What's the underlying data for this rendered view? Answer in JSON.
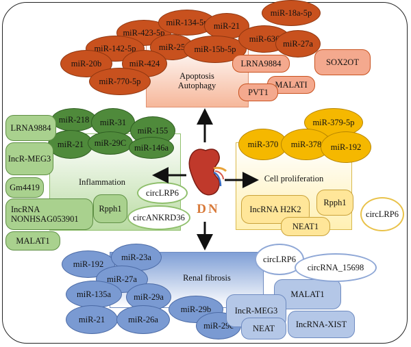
{
  "center": {
    "label": "DN"
  },
  "apoptosis": {
    "title_line1": "Apoptosis",
    "title_line2": "Autophagy",
    "mirnas": [
      "miR-423-5p",
      "miR-134-5p",
      "miR-21",
      "miR-18a-5p",
      "miR-142-5p",
      "miR-25",
      "miR-15b-5p",
      "miR-636",
      "miR-27a",
      "miR-20b",
      "miR-424",
      "miR-770-5p"
    ],
    "lncrnas": [
      "LRNA9884",
      "SOX2OT",
      "MALATI",
      "PVT1"
    ]
  },
  "inflammation": {
    "title": "Inflammation",
    "mirnas": [
      "miR-218",
      "miR-31",
      "miR-155",
      "miR-21",
      "miR-29C",
      "miR-146a"
    ],
    "lncrnas": [
      "LRNA9884",
      "IncR-MEG3",
      "Gm4419",
      "IncRNA",
      "NONHSAG053901",
      "MALAT1",
      "Rpph1"
    ],
    "circrnas": [
      "circLRP6",
      "circANKRD36"
    ]
  },
  "cell_proliferation": {
    "title": "Cell proliferation",
    "mirnas": [
      "miR-379-5p",
      "miR-370",
      "miR-378",
      "miR-192"
    ],
    "lncrnas": [
      "IncRNA H2K2",
      "Rpph1",
      "NEAT1"
    ],
    "circrnas": [
      "circLRP6"
    ]
  },
  "renal_fibrosis": {
    "title": "Renal fibrosis",
    "mirnas": [
      "miR-192",
      "miR-23a",
      "miR-27a",
      "miR-135a",
      "miR-29a",
      "miR-21",
      "miR-26a",
      "miR-29b",
      "miR-29c"
    ],
    "lncrnas": [
      "MALAT1",
      "IncR-MEG3",
      "NEAT",
      "IncRNA-XIST"
    ],
    "circrnas": [
      "circLRP6",
      "circRNA_15698"
    ]
  },
  "colors": {
    "apoptosis_mirna": "#c8511e",
    "apoptosis_box": "#f4a98e",
    "inflammation_mirna": "#4f8a3b",
    "inflammation_box": "#a9d18e",
    "proliferation_mirna": "#f5b800",
    "proliferation_box": "#ffe699",
    "fibrosis_mirna": "#7a9ad2",
    "fibrosis_box": "#b4c7e7"
  }
}
